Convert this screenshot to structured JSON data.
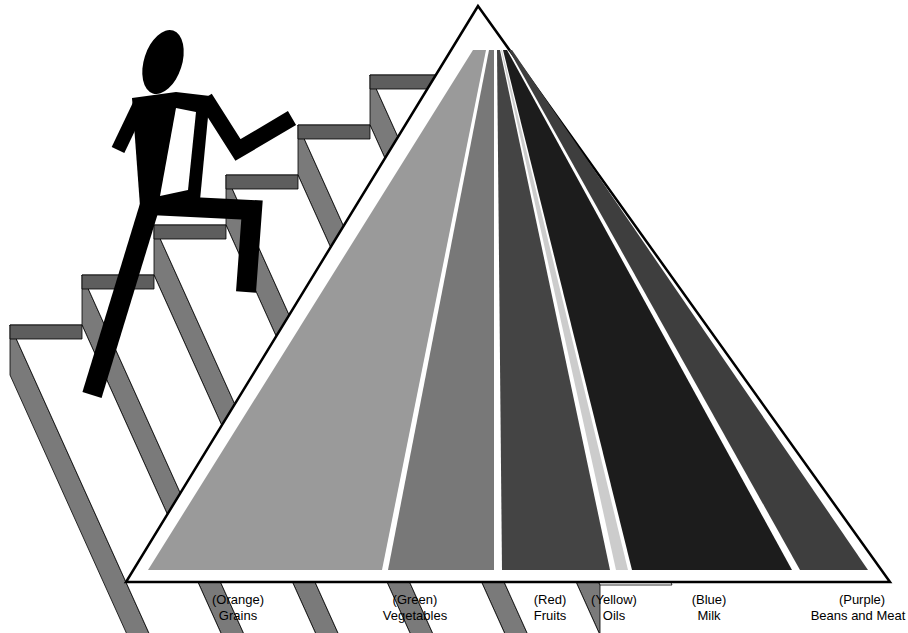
{
  "diagram": {
    "labels": [
      "(Orange)",
      "Grains",
      "(Green)",
      "Vegetables",
      "(Red)",
      "Fruits",
      "(Yellow)",
      "Oils",
      "(Blue)",
      "Milk",
      "(Purple)",
      "Beans and Meat"
    ]
  }
}
